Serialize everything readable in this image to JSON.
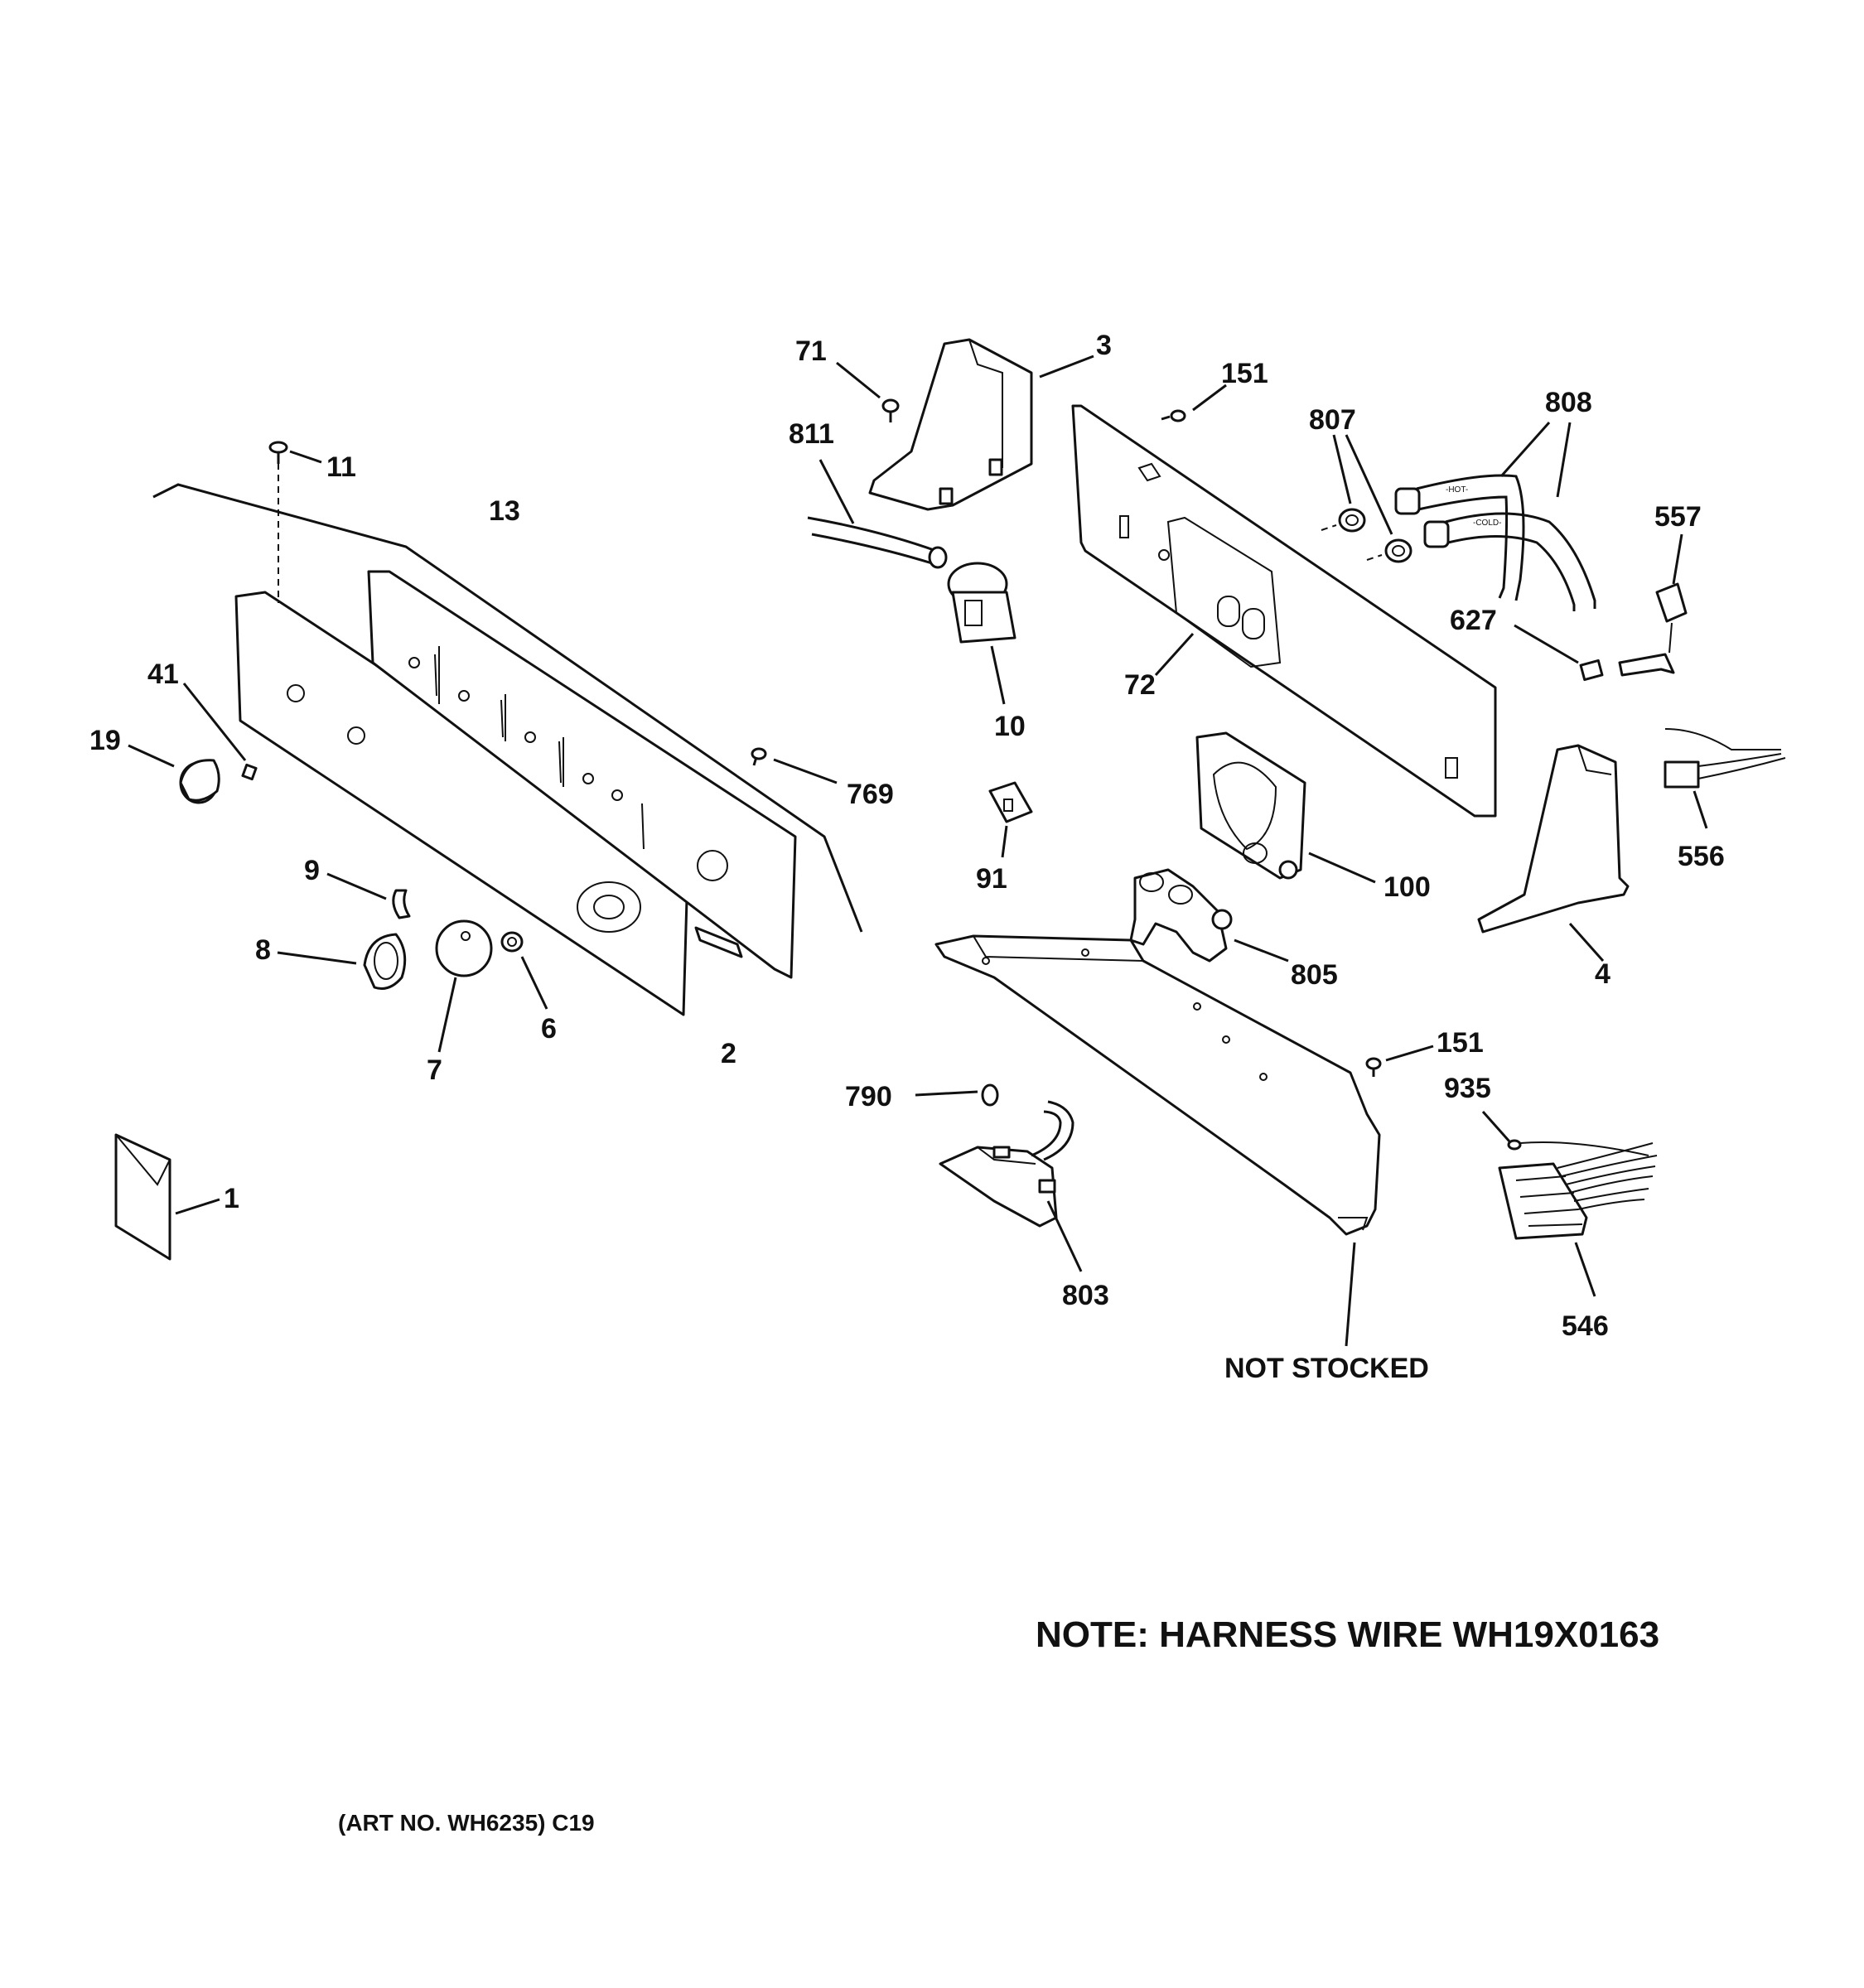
{
  "callouts": {
    "c1": "1",
    "c2": "2",
    "c3": "3",
    "c4": "4",
    "c6": "6",
    "c7": "7",
    "c8": "8",
    "c9": "9",
    "c10": "10",
    "c11": "11",
    "c13": "13",
    "c19": "19",
    "c41": "41",
    "c71": "71",
    "c72": "72",
    "c91": "91",
    "c100": "100",
    "c151a": "151",
    "c151b": "151",
    "c546": "546",
    "c556": "556",
    "c557": "557",
    "c627": "627",
    "c769": "769",
    "c790": "790",
    "c803": "803",
    "c805": "805",
    "c807": "807",
    "c808": "808",
    "c811": "811",
    "c935": "935"
  },
  "hose_labels": {
    "hot": "-HOT-",
    "cold": "-COLD-"
  },
  "not_stocked": "NOT STOCKED",
  "note": "NOTE: HARNESS WIRE WH19X0163",
  "art_no": "(ART NO. WH6235) C19"
}
